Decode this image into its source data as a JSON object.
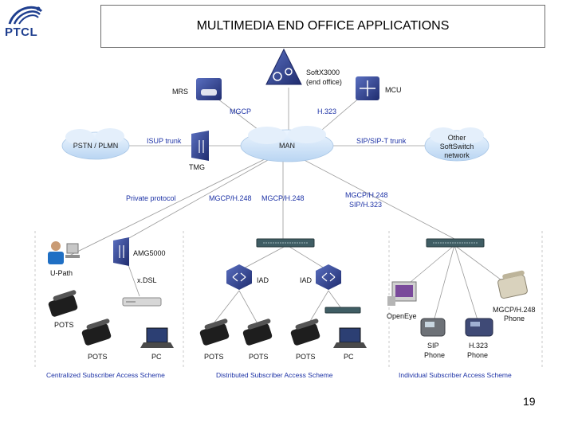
{
  "header": {
    "logo_text": "PTCL",
    "title": "MULTIMEDIA END OFFICE APPLICATIONS"
  },
  "page_number": "19",
  "diagram": {
    "core": {
      "name_line1": "SoftX3000",
      "name_line2": "(end office)"
    },
    "nodes": {
      "mrs": "MRS",
      "mcu": "MCU",
      "tmg": "TMG",
      "amg": "AMG5000",
      "upath": "U-Path",
      "xdsl": "x.DSL",
      "iad_left": "IAD",
      "iad_right": "IAD",
      "openeye": "OpenEye",
      "sip_phone_line1": "SIP",
      "sip_phone_line2": "Phone",
      "h323_phone_line1": "H.323",
      "h323_phone_line2": "Phone",
      "mgcp_phone_line1": "MGCP/H.248",
      "mgcp_phone_line2": "Phone"
    },
    "clouds": {
      "pstn": "PSTN / PLMN",
      "man": "MAN",
      "other_line1": "Other",
      "other_line2": "SoftSwitch",
      "other_line3": "network"
    },
    "protocols": {
      "mgcp": "MGCP",
      "h323": "H.323",
      "isup": "ISUP trunk",
      "sip_trunk": "SIP/SIP-T trunk",
      "private": "Private protocol",
      "mgcp_h248_a": "MGCP/H.248",
      "mgcp_h248_b": "MGCP/H.248",
      "mgcp_h248_c": "MGCP/H.248",
      "sip_h323": "SIP/H.323"
    },
    "terminals": {
      "pots_a": "POTS",
      "pots_b": "POTS",
      "pc_a": "PC",
      "pots_c": "POTS",
      "pots_d": "POTS",
      "pots_e": "POTS",
      "pc_b": "PC"
    },
    "schemes": {
      "centralized": "Centralized Subscriber Access Scheme",
      "distributed": "Distributed Subscriber Access Scheme",
      "individual": "Individual Subscriber Access Scheme"
    }
  },
  "colors": {
    "icon_blue": "#2f3f8e",
    "protocol_text": "#1e33a6",
    "cloud": "#cfe3f7",
    "logo_blue": "#1f3f8f"
  }
}
